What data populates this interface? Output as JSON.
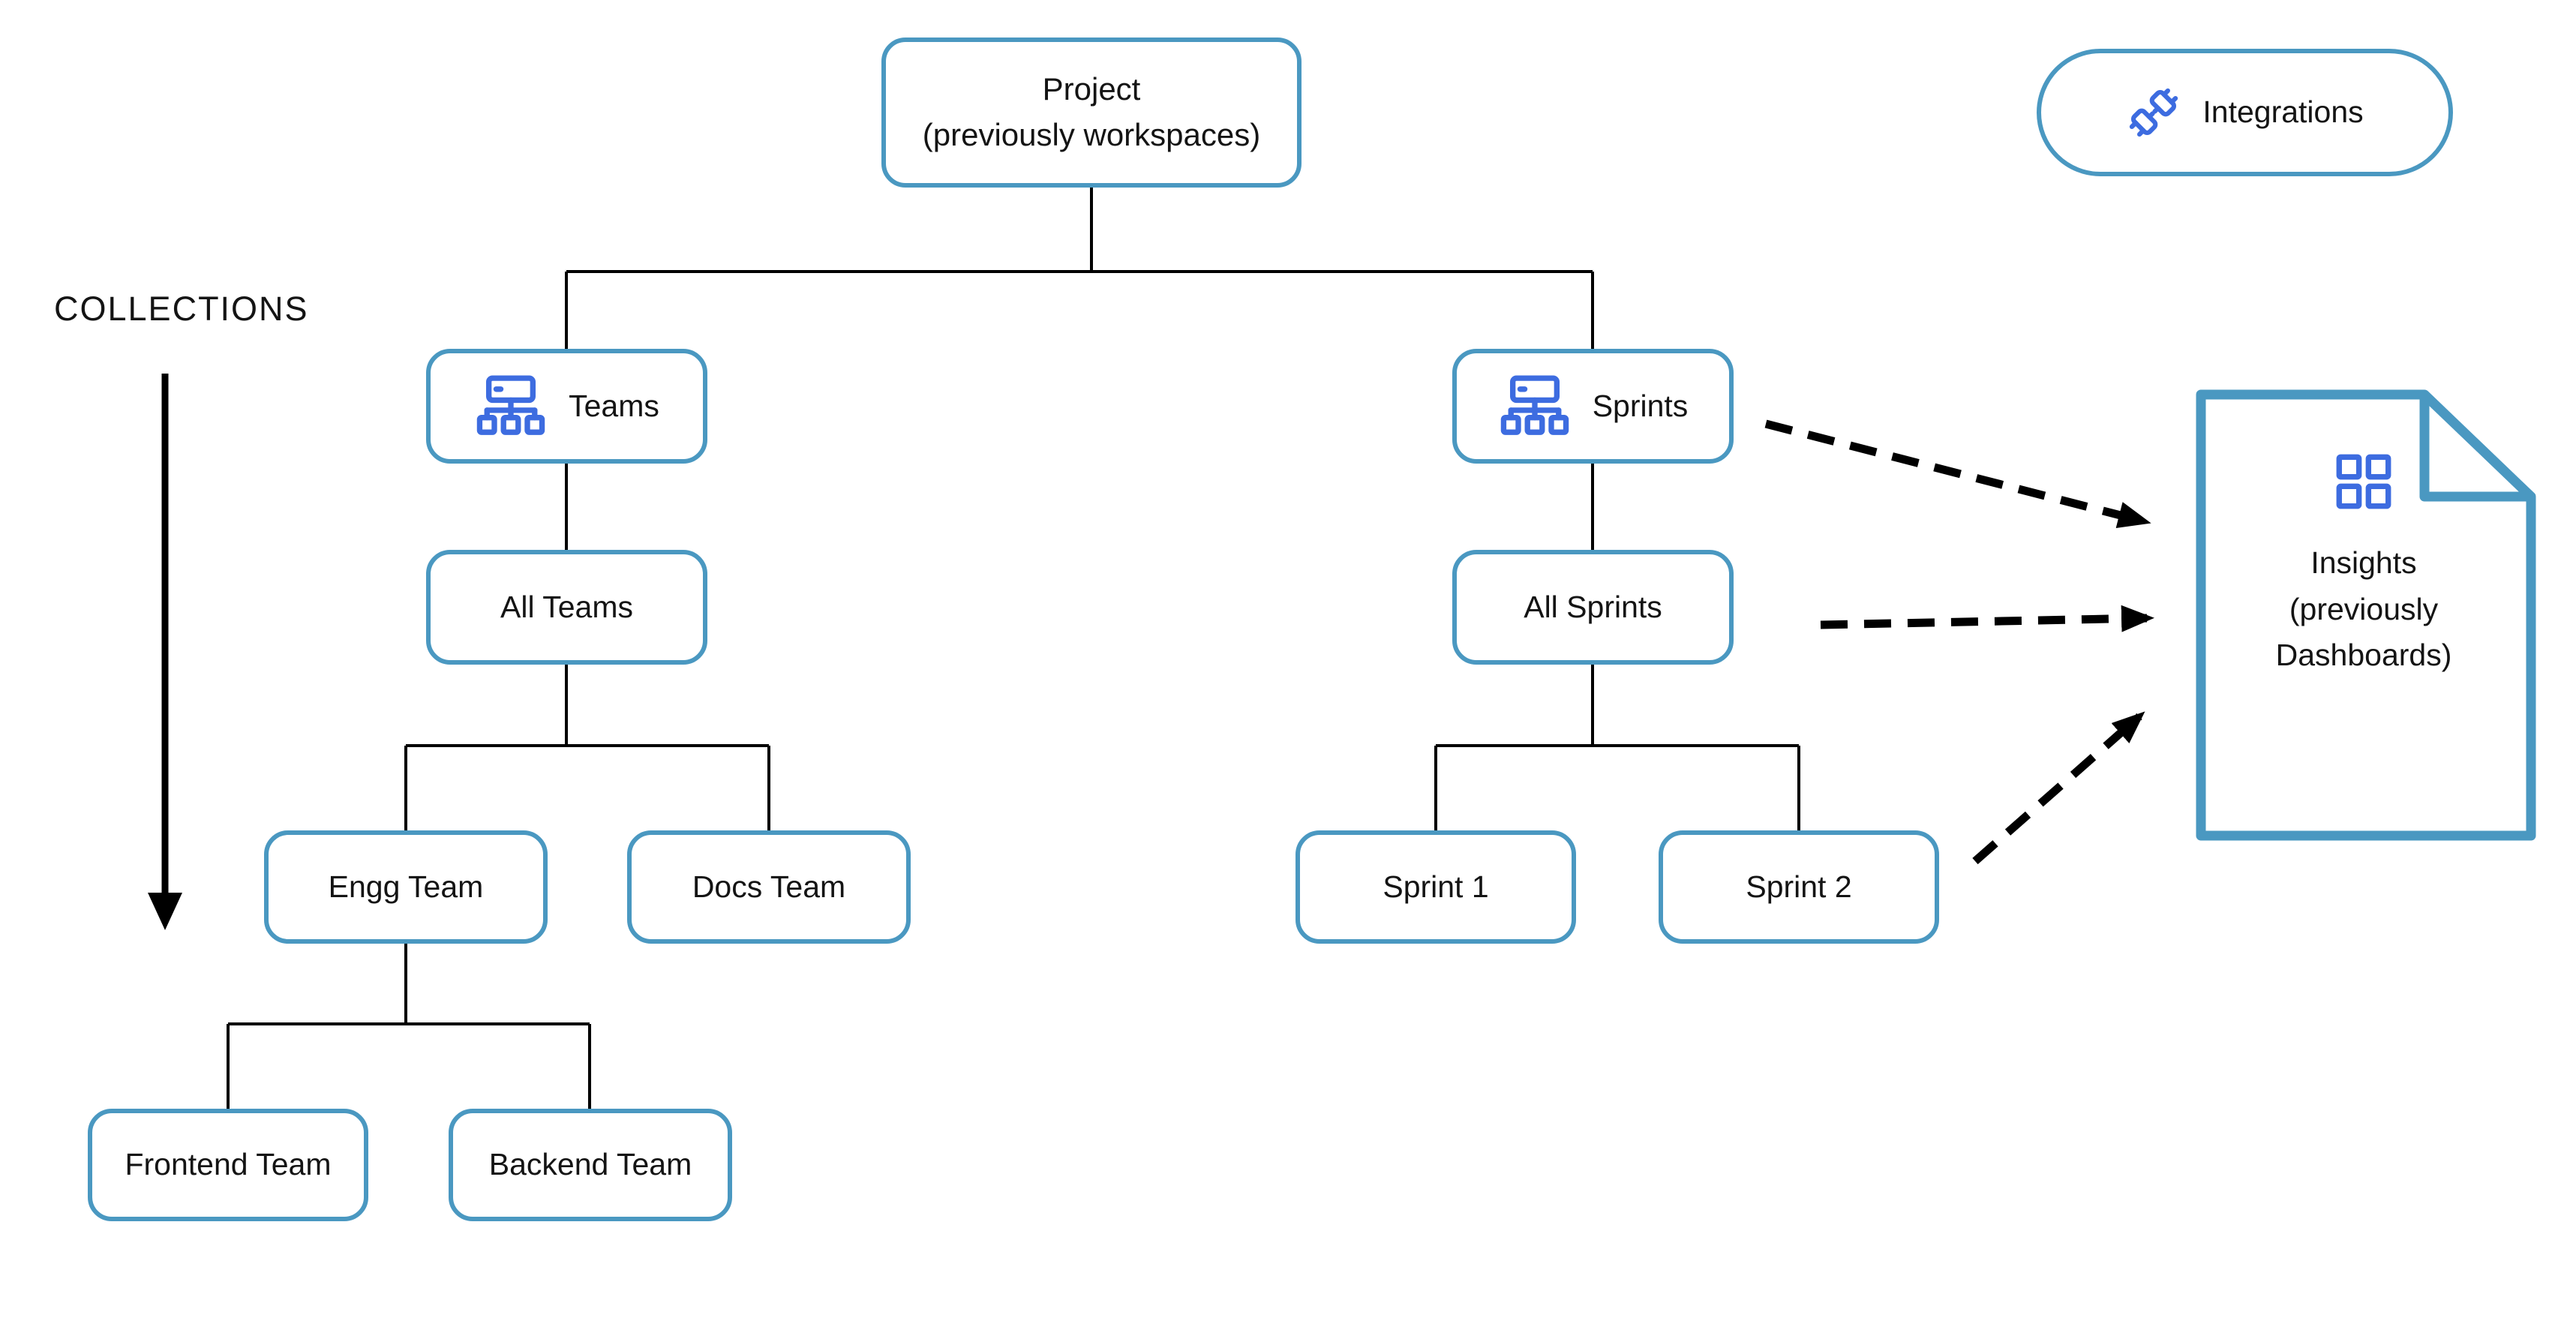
{
  "colors": {
    "node_border": "#4A98C1",
    "icon_blue": "#3D6CE0",
    "connector_line": "#000000",
    "text": "#141414"
  },
  "collections": {
    "label": "COLLECTIONS"
  },
  "integrations": {
    "label": "Integrations",
    "icon": "plug-link-icon"
  },
  "nodes": {
    "project": {
      "label": "Project\n(previously workspaces)"
    },
    "teams": {
      "label": "Teams",
      "icon": "sitemap-icon"
    },
    "sprints": {
      "label": "Sprints",
      "icon": "sitemap-icon"
    },
    "all_teams": {
      "label": "All Teams"
    },
    "all_sprints": {
      "label": "All Sprints"
    },
    "engg_team": {
      "label": "Engg Team"
    },
    "docs_team": {
      "label": "Docs Team"
    },
    "sprint_1": {
      "label": "Sprint 1"
    },
    "sprint_2": {
      "label": "Sprint 2"
    },
    "frontend_team": {
      "label": "Frontend Team"
    },
    "backend_team": {
      "label": "Backend Team"
    },
    "insights": {
      "label": "Insights\n(previously\nDashboards)",
      "icon": "dashboard-grid-icon"
    }
  }
}
